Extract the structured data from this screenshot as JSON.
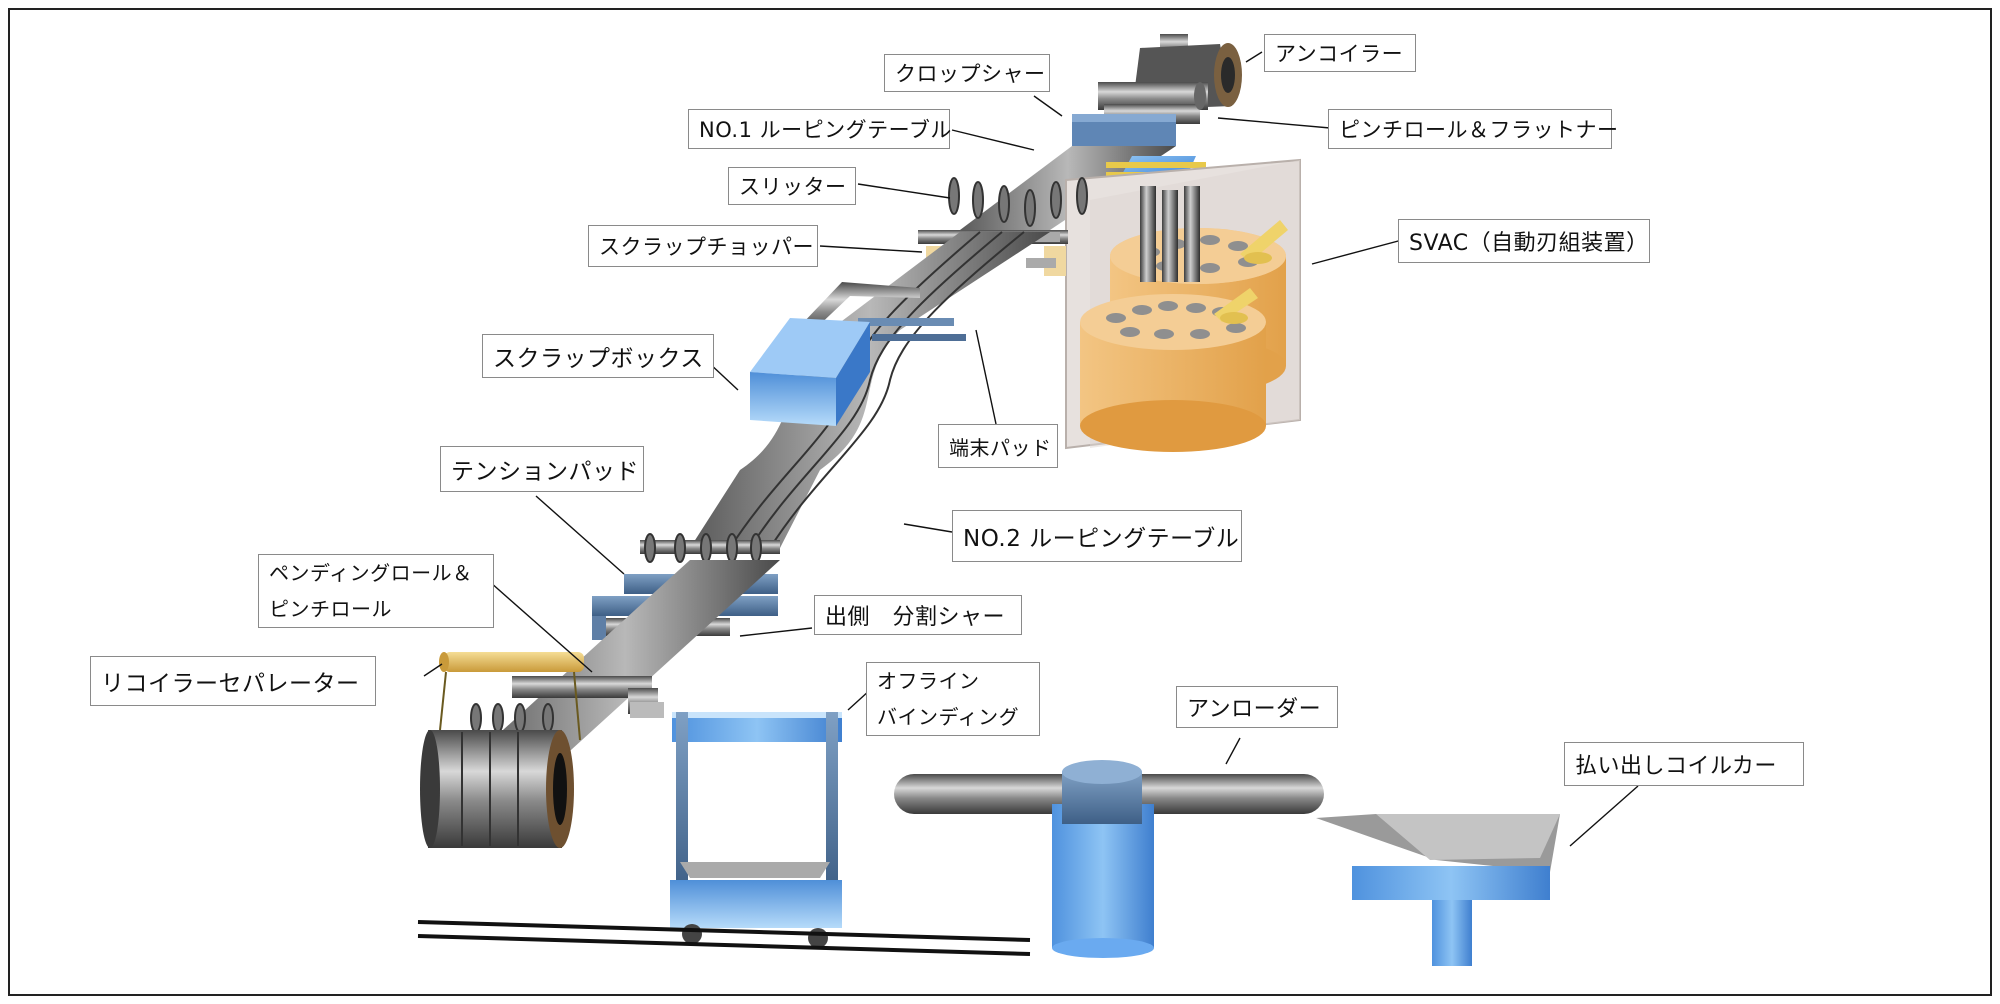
{
  "labels": {
    "uncoiler": "アンコイラー",
    "crop_shear": "クロップシャー",
    "pinch_roll_flattener": "ピンチロール＆フラットナー",
    "no1_looping_table": "NO.1 ルーピングテーブル",
    "slitter": "スリッター",
    "svac": "SVAC（自動刃組装置）",
    "scrap_chopper": "スクラップチョッパー",
    "scrap_box": "スクラップボックス",
    "end_pad": "端末パッド",
    "tension_pad": "テンションパッド",
    "no2_looping_table": "NO.2 ルーピングテーブル",
    "pending_roll_line1": "ペンディングロール＆",
    "pending_roll_line2": "ピンチロール",
    "exit_split_shear": "出側　分割シャー",
    "recoiler_separator": "リコイラーセパレーター",
    "offline_binding_line1": "オフライン",
    "offline_binding_line2": "バインディング",
    "unloader": "アンローダー",
    "coil_car": "払い出しコイルカー"
  }
}
